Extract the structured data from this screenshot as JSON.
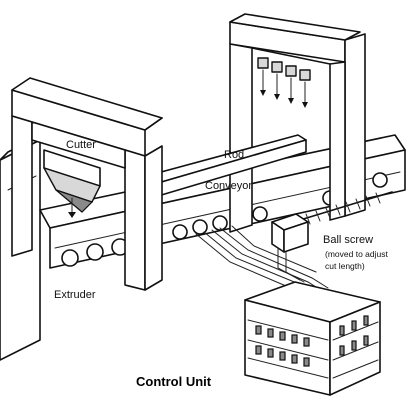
{
  "labels": {
    "cutter": "Cutter",
    "rod": "Rod",
    "conveyor": "Conveyor",
    "ball_screw": "Ball screw",
    "ball_screw_note_line1": "(moved to adjust",
    "ball_screw_note_line2": "cut length)",
    "extruder": "Extruder",
    "control_unit": "Control Unit"
  }
}
